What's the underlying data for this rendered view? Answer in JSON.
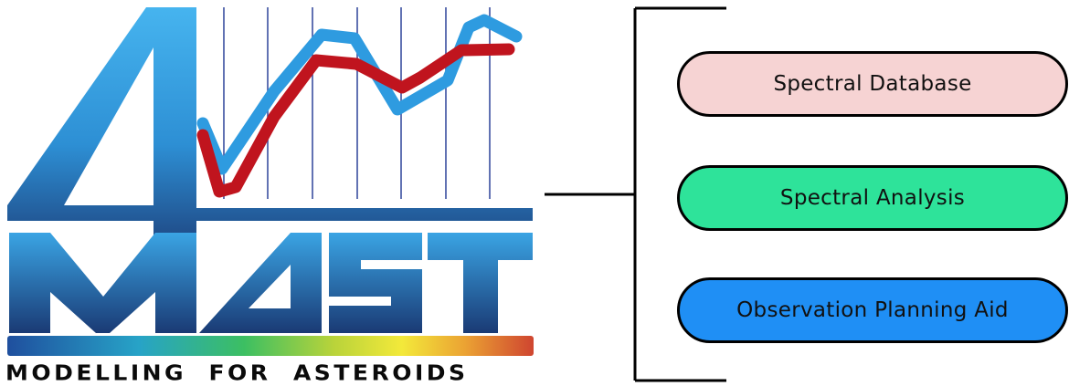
{
  "logo": {
    "alt": "4MAST",
    "tagline": "MODELLING  FOR  ASTEROIDS"
  },
  "menu": {
    "items": [
      {
        "label": "Spectral Database",
        "color": "#f6d3d3"
      },
      {
        "label": "Spectral Analysis",
        "color": "#2ee39a"
      },
      {
        "label": "Observation Planning Aid",
        "color": "#1f8ff5"
      }
    ]
  },
  "colors": {
    "logo_blue_light": "#38a8e6",
    "logo_blue_dark": "#1e4f8a",
    "logo_red": "#c0141e",
    "spectrum": [
      "#1f5aa8",
      "#2aa0c8",
      "#3bbf6a",
      "#b8d23a",
      "#f1e83a",
      "#e8a030",
      "#d04a30"
    ]
  }
}
